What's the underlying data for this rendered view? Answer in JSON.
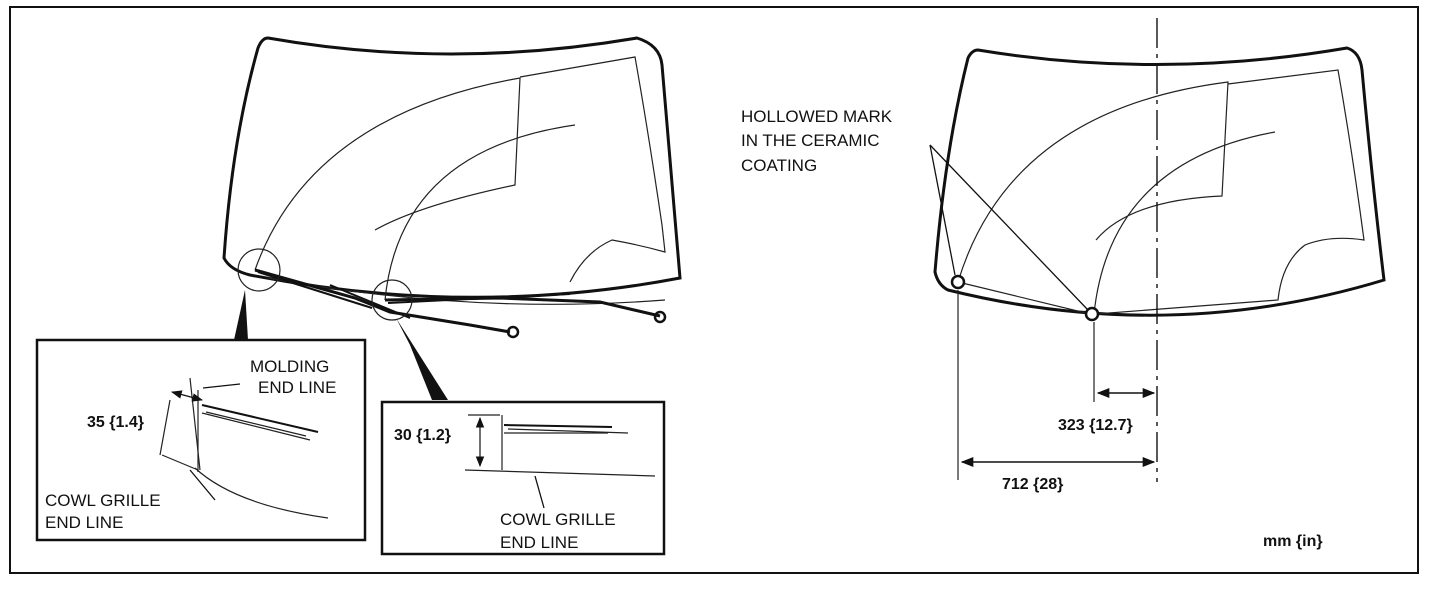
{
  "left_figure": {
    "molding_callout": {
      "label_line1": "MOLDING",
      "label_line2": "END LINE",
      "dimension": "35 {1.4}",
      "cowl_line1": "COWL GRILLE",
      "cowl_line2": "END LINE"
    },
    "cowl_callout": {
      "dimension": "30 {1.2}",
      "cowl_line1": "COWL GRILLE",
      "cowl_line2": "END LINE"
    }
  },
  "right_figure": {
    "hollowed_mark_line1": "HOLLOWED MARK",
    "hollowed_mark_line2": "IN THE CERAMIC",
    "hollowed_mark_line3": "COATING",
    "dimension_short": "323 {12.7}",
    "dimension_long": "712 {28}",
    "units": "mm {in}"
  }
}
